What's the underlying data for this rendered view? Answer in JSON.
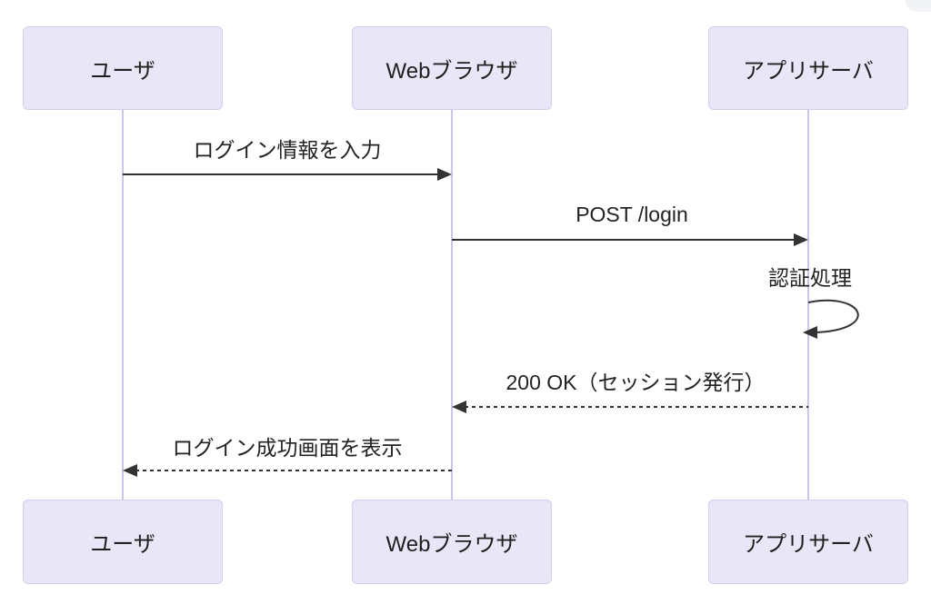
{
  "diagram": {
    "type": "sequence-diagram",
    "actors": [
      {
        "id": "user",
        "label": "ユーザ"
      },
      {
        "id": "browser",
        "label": "Webブラウザ"
      },
      {
        "id": "server",
        "label": "アプリサーバ"
      }
    ],
    "messages": [
      {
        "from": "user",
        "to": "browser",
        "label": "ログイン情報を入力",
        "line": "solid"
      },
      {
        "from": "browser",
        "to": "server",
        "label": "POST /login",
        "line": "solid"
      },
      {
        "from": "server",
        "to": "server",
        "label": "認証処理",
        "line": "self-loop"
      },
      {
        "from": "server",
        "to": "browser",
        "label": "200 OK（セッション発行）",
        "line": "dashed"
      },
      {
        "from": "browser",
        "to": "user",
        "label": "ログイン成功画面を表示",
        "line": "dashed"
      }
    ],
    "colors": {
      "actor_fill": "#E9E7F7",
      "actor_border": "#D3CCEC",
      "lifeline": "#CCC5E9",
      "arrow": "#333333",
      "text": "#222222",
      "background": "#FFFFFF",
      "corner_fragment": "#F2F3F6"
    }
  }
}
